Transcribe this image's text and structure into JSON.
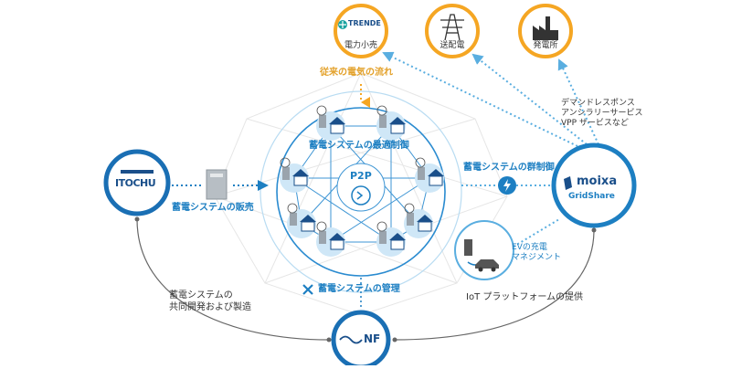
{
  "colors": {
    "blue": "#1d7fc2",
    "light_blue": "#8cc8ea",
    "orange": "#f5a623",
    "gray": "#666666",
    "navy": "#1a4f8a"
  },
  "top_nodes": [
    {
      "logo": "TRENDE",
      "label": "電力小売",
      "icon": "trende-logo-icon"
    },
    {
      "label": "送配電",
      "icon": "transmission-tower-icon"
    },
    {
      "label": "発電所",
      "icon": "power-plant-icon"
    }
  ],
  "labels": {
    "conventional_flow": "従来の電気の流れ",
    "demand_response": [
      "デマンドレスポンス",
      "アンシラリーサービス",
      "VPP サービスなど"
    ],
    "optimal_control": "蓄電システムの最適制御",
    "group_control": "蓄電システムの群制御",
    "sales": "蓄電システムの販売",
    "management": "蓄電システムの管理",
    "joint_dev": [
      "蓄電システムの",
      "共同開発および製造"
    ],
    "iot_platform": "IoT プラットフォームの提供",
    "p2p": "P2P",
    "ev_management": [
      "EVの充電",
      "マネジメント"
    ]
  },
  "companies": {
    "itochu": "ITOCHU",
    "moixa": "moixa",
    "gridshare": "GridShare",
    "nf": "NF"
  }
}
